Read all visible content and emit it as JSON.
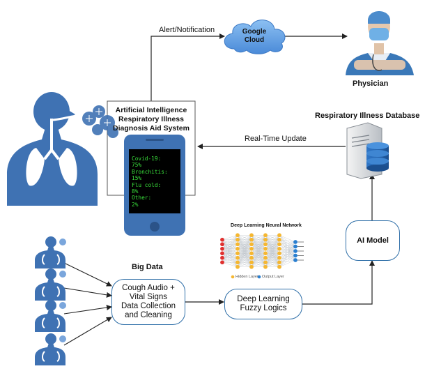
{
  "nodes": {
    "cloud": {
      "line1": "Google",
      "line2": "Cloud"
    },
    "physician": {
      "label": "Physician"
    },
    "ai_system": {
      "line1": "Artificial Intelligence",
      "line2": "Respiratory Illness",
      "line3": "Diagnosis Aid System"
    },
    "database": {
      "label": "Respiratory Illness Database"
    },
    "big_data": {
      "label": "Big Data"
    },
    "data_collection": {
      "line1": "Cough Audio +",
      "line2": "Vital Signs",
      "line3": "Data Collection",
      "line4": "and Cleaning"
    },
    "deep_learning": {
      "line1": "Deep Learning",
      "line2": "Fuzzy Logics"
    },
    "ai_model": {
      "label": "AI Model"
    },
    "nn_figure": {
      "title": "Deep Learning Neural Network",
      "legend_hidden": "Hidden Layer",
      "legend_output": "Output Layer"
    }
  },
  "edges": {
    "alert": "Alert/Notification",
    "realtime": "Real-Time Update"
  },
  "phone_screen": {
    "lines": [
      "Covid-19:",
      "75%",
      "Bronchitis:",
      "15%",
      "Flu cold:",
      "8%",
      "Other:",
      "2%"
    ]
  },
  "colors": {
    "node_blue": "#2f6fa8",
    "cloud_blue": "#5b9be0",
    "figure_blue": "#3f72b3",
    "screen_text": "#39e03b",
    "nn_input": "#e0312f",
    "nn_hidden": "#f5b731",
    "nn_output": "#2a7fd0"
  }
}
